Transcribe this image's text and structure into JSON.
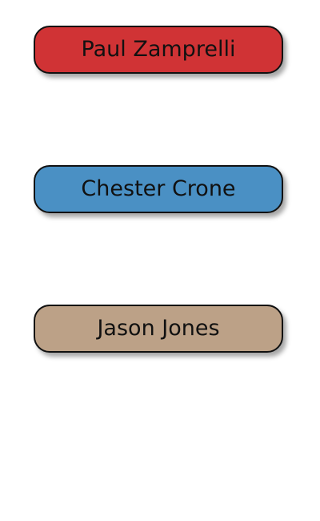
{
  "people": [
    {
      "name": "Paul Zamprelli",
      "color": "#d03335"
    },
    {
      "name": "Chester Crone",
      "color": "#4a90c4"
    },
    {
      "name": "Jason Jones",
      "color": "#bca187"
    }
  ]
}
